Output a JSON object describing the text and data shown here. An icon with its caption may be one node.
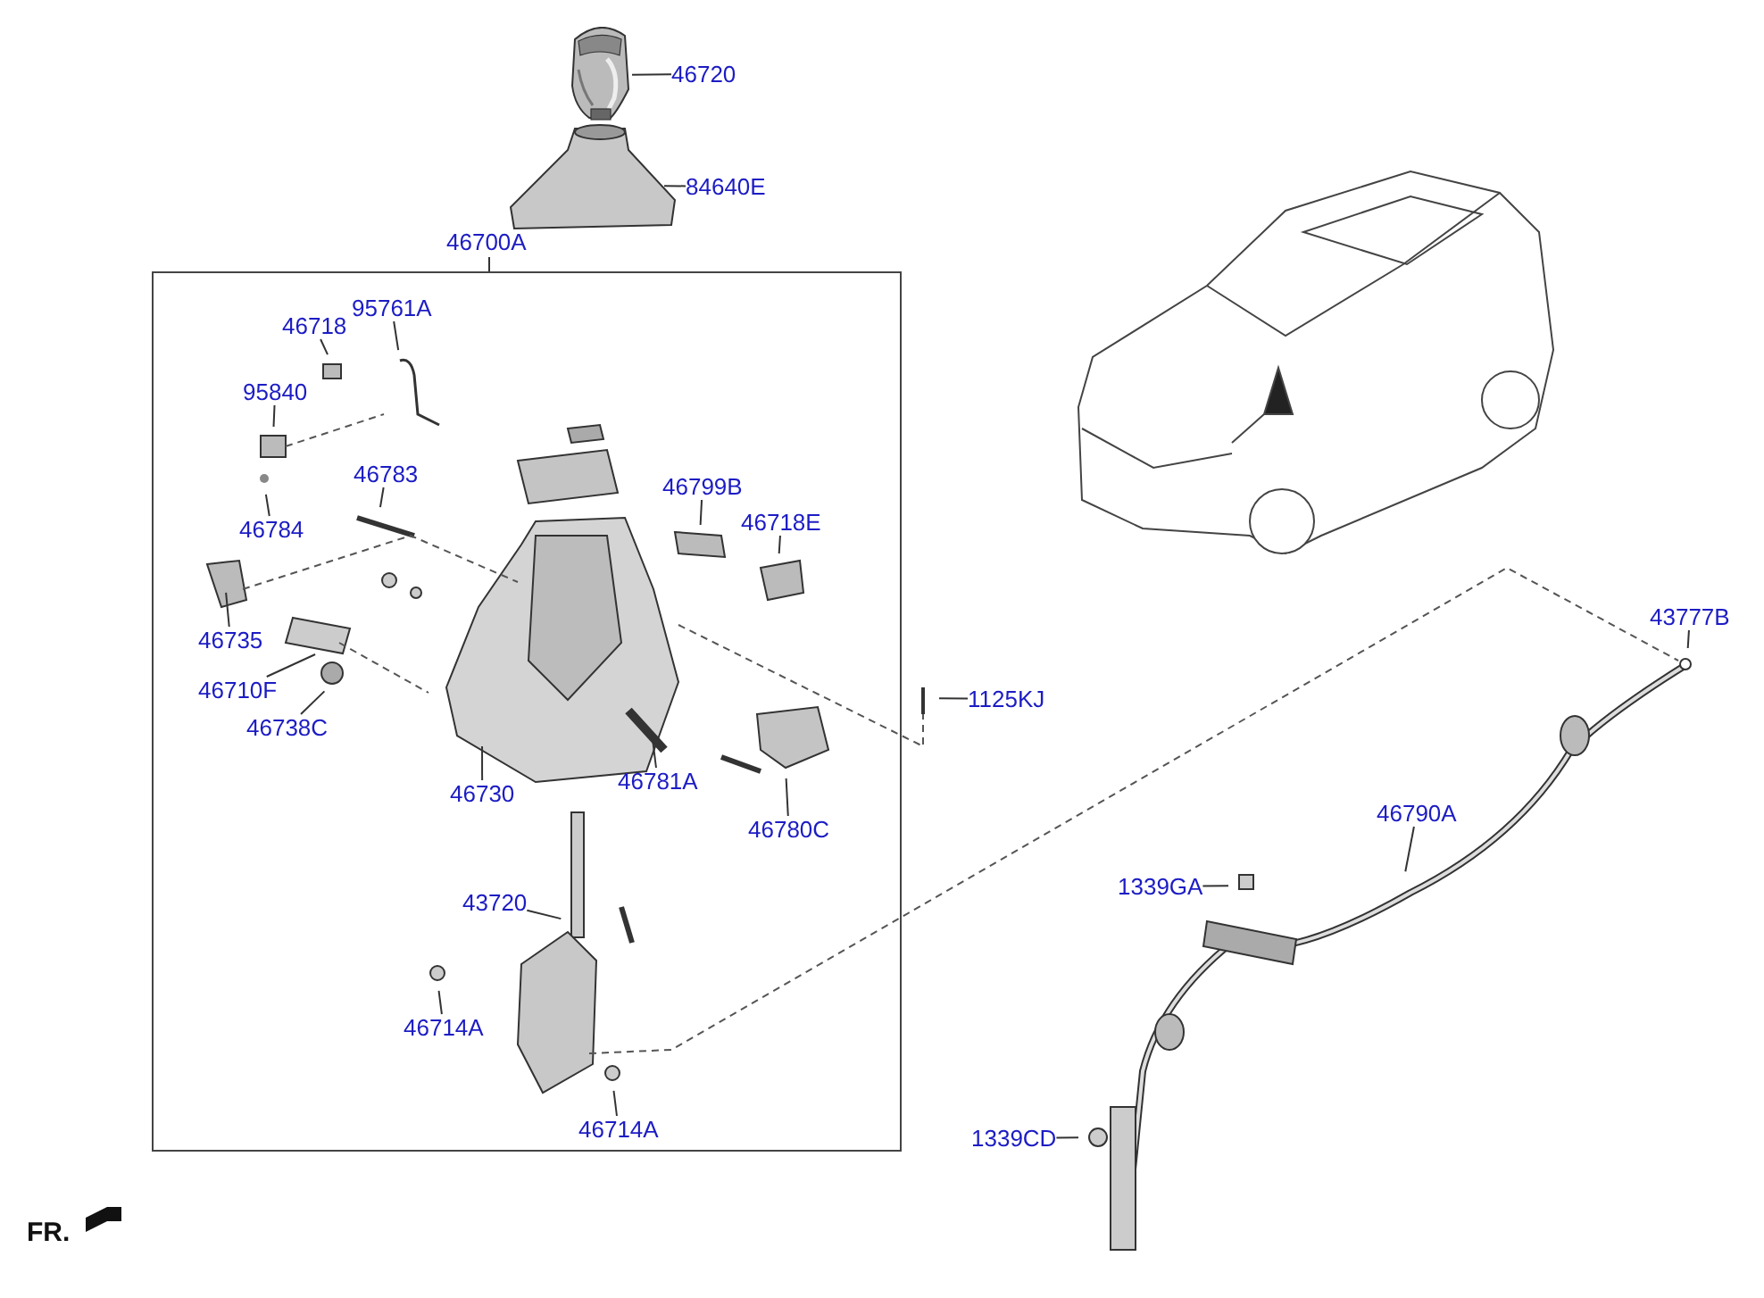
{
  "diagram": {
    "nodes": [
      {
        "text": [
          "46700A"
        ]
      },
      {
        "text": [
          "46720"
        ]
      },
      {
        "text": [
          "84640E"
        ]
      },
      {
        "text": [
          "46718"
        ],
        "in": 0
      },
      {
        "text": [
          "95761A"
        ],
        "in": 0
      },
      {
        "text": [
          "95840"
        ],
        "in": 0
      },
      {
        "text": [
          "46783"
        ],
        "in": 0
      },
      {
        "text": [
          "46784"
        ],
        "in": 0
      },
      {
        "text": [
          "46799B"
        ],
        "in": 0
      },
      {
        "text": [
          "46718E"
        ],
        "in": 0
      },
      {
        "text": [
          "46735"
        ],
        "in": 0
      },
      {
        "text": [
          "46710F"
        ],
        "in": 0
      },
      {
        "text": [
          "46738C"
        ],
        "in": 0
      },
      {
        "text": [
          "1125KJ"
        ]
      },
      {
        "text": [
          "46730"
        ],
        "in": 0
      },
      {
        "text": [
          "46781A"
        ],
        "in": 0
      },
      {
        "text": [
          "46780C"
        ],
        "in": 0
      },
      {
        "text": [
          "43720"
        ],
        "in": 0
      },
      {
        "text": [
          "46714A"
        ],
        "in": 0
      },
      {
        "text": [
          "46714A"
        ],
        "in": 0
      },
      {
        "text": [
          "43777B"
        ]
      },
      {
        "text": [
          "46790A"
        ]
      },
      {
        "text": [
          "1339GA"
        ]
      },
      {
        "text": [
          "1339CD"
        ]
      },
      {
        "text": [],
        "shape": "picture"
      }
    ],
    "edges": [
      {
        "from": 1,
        "to": 24,
        "arrow": "none"
      },
      {
        "from": 2,
        "to": null,
        "arrow": "none"
      },
      {
        "from": 3,
        "to": null,
        "arrow": "none"
      },
      {
        "from": 4,
        "to": null,
        "arrow": "none"
      },
      {
        "from": 5,
        "to": null,
        "arrow": "none"
      },
      {
        "from": 6,
        "to": null,
        "arrow": "none"
      },
      {
        "from": 7,
        "to": null,
        "arrow": "none"
      },
      {
        "from": 8,
        "to": null,
        "arrow": "none"
      },
      {
        "from": 9,
        "to": null,
        "arrow": "none"
      },
      {
        "from": 10,
        "to": null,
        "arrow": "none"
      },
      {
        "from": 11,
        "to": null,
        "arrow": "none"
      },
      {
        "from": 12,
        "to": null,
        "arrow": "none"
      },
      {
        "from": 13,
        "to": null,
        "arrow": "none"
      },
      {
        "from": 14,
        "to": null,
        "arrow": "none"
      },
      {
        "from": 15,
        "to": null,
        "arrow": "none"
      },
      {
        "from": 16,
        "to": null,
        "arrow": "none"
      },
      {
        "from": 17,
        "to": null,
        "arrow": "none"
      },
      {
        "from": 18,
        "to": null,
        "arrow": "none"
      },
      {
        "from": 19,
        "to": null,
        "arrow": "none"
      },
      {
        "from": 20,
        "to": null,
        "arrow": "none"
      },
      {
        "from": 21,
        "to": null,
        "arrow": "none"
      },
      {
        "from": 22,
        "to": null,
        "arrow": "none"
      },
      {
        "from": 23,
        "to": null,
        "arrow": "none"
      }
    ],
    "labels": [
      "FR."
    ]
  }
}
